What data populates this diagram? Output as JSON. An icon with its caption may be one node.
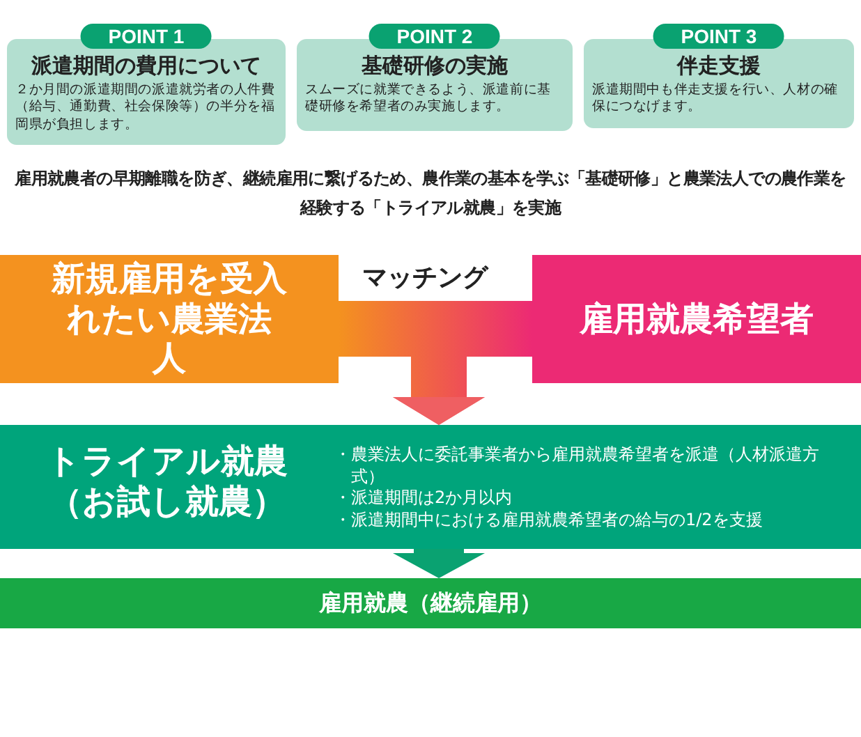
{
  "diagram": {
    "nodes": [
      {
        "text": [
          "POINT 1",
          "派遣期間の費用について",
          "２か月間の派遣期間の派遣就労者の人件費（給与、通勤費、社会保険等）の半分を福岡県が負担します。"
        ]
      },
      {
        "text": [
          "POINT 2",
          "基礎研修の実施",
          "スムーズに就業できるよう、派遣前に基礎研修を希望者のみ実施します。"
        ]
      },
      {
        "text": [
          "POINT 3",
          "伴走支援",
          "派遣期間中も伴走支援を行い、人材の確保につなげます。"
        ]
      },
      {
        "text": [
          "新規雇用を受入れたい農業法人"
        ]
      },
      {
        "text": [
          "雇用就農希望者"
        ]
      },
      {
        "text": [
          "トライアル就農（お試し就農）",
          "・農業法人に委託事業者から雇用就農希望者を派遣（人材派遣方式）",
          "・派遣期間は2か月以内",
          "・派遣期間中における雇用就農希望者の給与の1/2を支援"
        ]
      },
      {
        "text": [
          "雇用就農（継続雇用）"
        ]
      }
    ],
    "edges": [
      {
        "from": 3,
        "to": 5,
        "arrow": "to",
        "label": "マッチング"
      },
      {
        "from": 4,
        "to": 5,
        "arrow": "to"
      },
      {
        "from": 5,
        "to": 6,
        "arrow": "to",
        "color": "#0aa271"
      }
    ],
    "labels": [
      "雇用就農者の早期離職を防ぎ、継続雇用に繋げるため、農作業の基本を学ぶ「基礎研修」と農業法人での農作業を経験する「トライアル就農」を実施"
    ]
  }
}
